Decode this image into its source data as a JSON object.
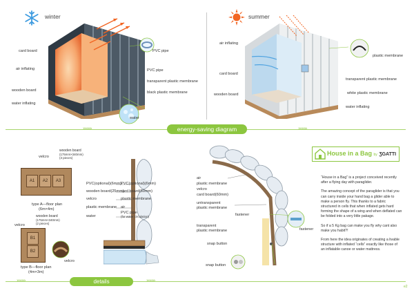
{
  "seasons": {
    "winter": "winter",
    "summer": "summer"
  },
  "winter_labels": {
    "card_board": "card board",
    "air_inflating": "air inflating",
    "wooden_board": "wooden board",
    "water_inflating": "water inflating",
    "pvc_pipe_top": "PVC pipe",
    "pvc_pipe": "PVC pipe",
    "transparent_membrane": "transparent plastic membrane",
    "black_membrane": "black plastic membrane",
    "water": "water"
  },
  "summer_labels": {
    "air_inflating": "air inflating",
    "card_board": "card board",
    "wooden_board": "wooden board",
    "plastic_membrane": "plastic membrane",
    "transparent_membrane": "transparent plastic membrane",
    "white_membrane": "white plastic membrane",
    "water_inflating": "water inflating"
  },
  "section_titles": {
    "energy": "energy-saving diagram",
    "details": "details"
  },
  "floor_plans": {
    "velcro_a": "velcro",
    "wooden_board_a": "wooden board",
    "wooden_board_a_size": "(175mm×340mm)",
    "wooden_board_a_pieces": "(3 pieces)",
    "cells_a": [
      "A1",
      "A2",
      "A3"
    ],
    "type_a": "type A—floor plan",
    "type_a_size": "(6m×4m)",
    "velcro_b": "velcro",
    "wooden_board_b": "wooden board",
    "wooden_board_b_size": "(175mm×340mm)",
    "wooden_board_b_pieces": "(2 pieces)",
    "cells_b": [
      "B1",
      "B2"
    ],
    "velcro_b2": "velcro",
    "type_b": "type B—floor plan",
    "type_b_size": "(4m×3m)"
  },
  "wall_section": {
    "left": [
      "PVC(optional)(6mm)",
      "wooden board(25mm)",
      "velcro",
      "plastic membrane",
      "water"
    ],
    "right": [
      "PVC(optional)(6mm)",
      "card board(60mm)",
      "plastic membrane",
      "air",
      "PVC pipe"
    ],
    "right_note": "(for water circulation)"
  },
  "roof_detail": {
    "labels": [
      "air",
      "plastic membrane",
      "velcro",
      "card board(60mm)",
      "untransparent",
      "plastic membrane",
      "fastener",
      "transparent",
      "plastic membrane",
      "snap button",
      "snap button"
    ],
    "fastener_right": "fastener"
  },
  "brand": {
    "title": "House in a Bag",
    "by": "by",
    "maker": "ƷGATTI"
  },
  "description": [
    "“House in a Bag” is a project conceived recently after a flying day with paraglider.",
    "The amazing concept of the paraglider is that you can carry inside your hand bag a glider able to make a person fly. This thanks to a fabric structured in cells that when inflated gets hard forming the shape of a wing and when deflated can be folded into a very little pakage.",
    "So if a 5 Kg bag can make you fly why cant also make you habit?!",
    "From here the idea originates of creating a livable structure with inflated “cells” exactly like those of an inflatable canoe or water mattress."
  ],
  "page_number": "e2",
  "colors": {
    "accent": "#8cc63f",
    "warm": "#f26522",
    "cool": "#4fa3e0",
    "board": "#c9a37a"
  }
}
